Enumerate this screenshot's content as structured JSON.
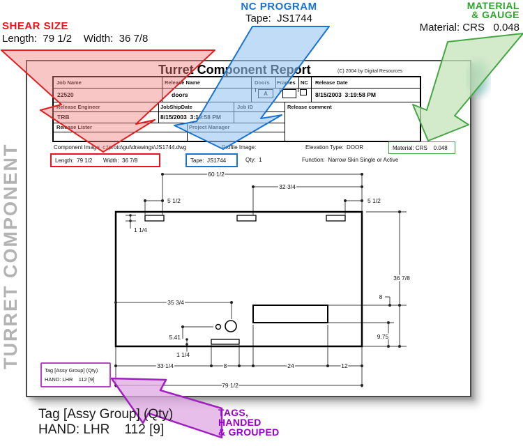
{
  "banner": "TURRET COMPONENT",
  "annotations": {
    "shear": {
      "title": "SHEAR SIZE",
      "line": "Length:  79 1/2    Width:  36 7/8"
    },
    "nc": {
      "title": "NC PROGRAM",
      "line": "Tape:  JS1744"
    },
    "material": {
      "title_line1": "MATERIAL",
      "title_line2": "& GAUGE",
      "line": "Material: CRS   0.048"
    },
    "tags": {
      "caption_line1": "TAGS,",
      "caption_line2": "HANDED",
      "caption_line3": "& GROUPED",
      "big_line1": "Tag [Assy Group] (Qty)",
      "big_line2": "HAND: LHR    112 [9]"
    }
  },
  "report": {
    "title": "Turret Component Report",
    "copyright": "(C)  2004 by Digital Resources",
    "table": {
      "job_name_label": "Job Name",
      "job_name": "22520",
      "release_name_label": "Release Name",
      "release_name": "doors",
      "doors_label": "Doors",
      "doors_value": "A",
      "frames_label": "Frames",
      "nc_label": "NC",
      "release_date_label": "Release Date",
      "release_date": "8/15/2003  3:19:58 PM",
      "release_engineer_label": "Release Engineer",
      "release_engineer": "TRB",
      "job_ship_date_label": "JobShipDate",
      "job_ship_date": "8/15/2003  3:19:58 PM",
      "job_id_label": "Job ID",
      "release_comment_label": "Release comment",
      "release_lister_label": "Release Lister",
      "project_manager_label": "Project Manager"
    },
    "info": {
      "component_image": "Component Image  c:\\proto\\gui\\drawings\\JS1744.dwg",
      "profile_image": "Profile Image:",
      "elevation": "Elevation Type:  DOOR",
      "material": "Material: CRS    0.048",
      "length_width": "Length:  79 1/2       Width:  36 7/8",
      "tape": "Tape:  JS1744",
      "qty": "Qty:  1",
      "function": "Function:  Narrow Skin Single or Active"
    },
    "tag_box": {
      "line1": "Tag [Assy Group] (Qty)",
      "line2": "HAND: LHR    112 [9]"
    }
  },
  "drawing": {
    "dims": {
      "d60": "60 1/2",
      "d32": "32 3/4",
      "d5l": "5 1/2",
      "d5r": "5 1/2",
      "d1a": "1 1/4",
      "d36": "36 7/8",
      "d8r": "8",
      "d35": "35 3/4",
      "d541": "5.41",
      "d1b": "1 1/4",
      "d975": "9.75",
      "d33": "33 1/4",
      "d8b": "8",
      "d24": "24",
      "d12": "12",
      "d79": "79 1/2"
    }
  }
}
